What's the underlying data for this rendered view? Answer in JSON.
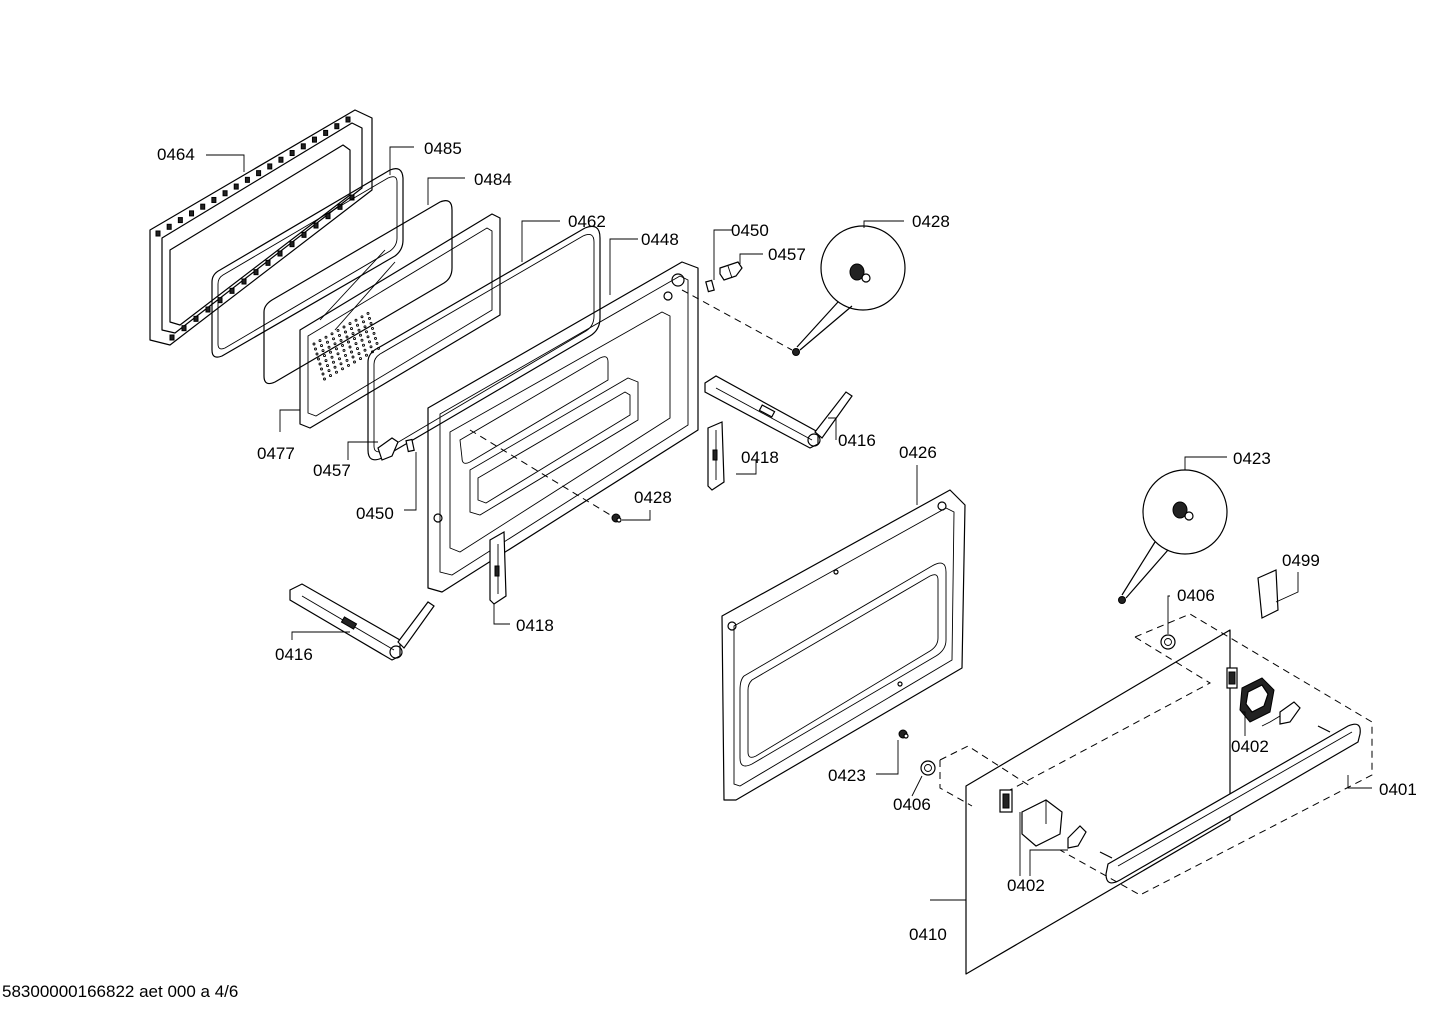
{
  "footer": {
    "document_id": "58300000166822 aet 000 a 4/6"
  },
  "labels": {
    "p0464": "0464",
    "p0485": "0485",
    "p0484": "0484",
    "p0462": "0462",
    "p0448": "0448",
    "p0450_top": "0450",
    "p0457_top": "0457",
    "p0428_top": "0428",
    "p0477": "0477",
    "p0457_mid": "0457",
    "p0450_mid": "0450",
    "p0416_right": "0416",
    "p0418_right": "0418",
    "p0428_mid": "0428",
    "p0426": "0426",
    "p0418_bottom": "0418",
    "p0416_left": "0416",
    "p0423_top": "0423",
    "p0499": "0499",
    "p0406_top": "0406",
    "p0402_right": "0402",
    "p0423_bottom": "0423",
    "p0406_bottom": "0406",
    "p0401": "0401",
    "p0402_bottom": "0402",
    "p0410": "0410"
  }
}
